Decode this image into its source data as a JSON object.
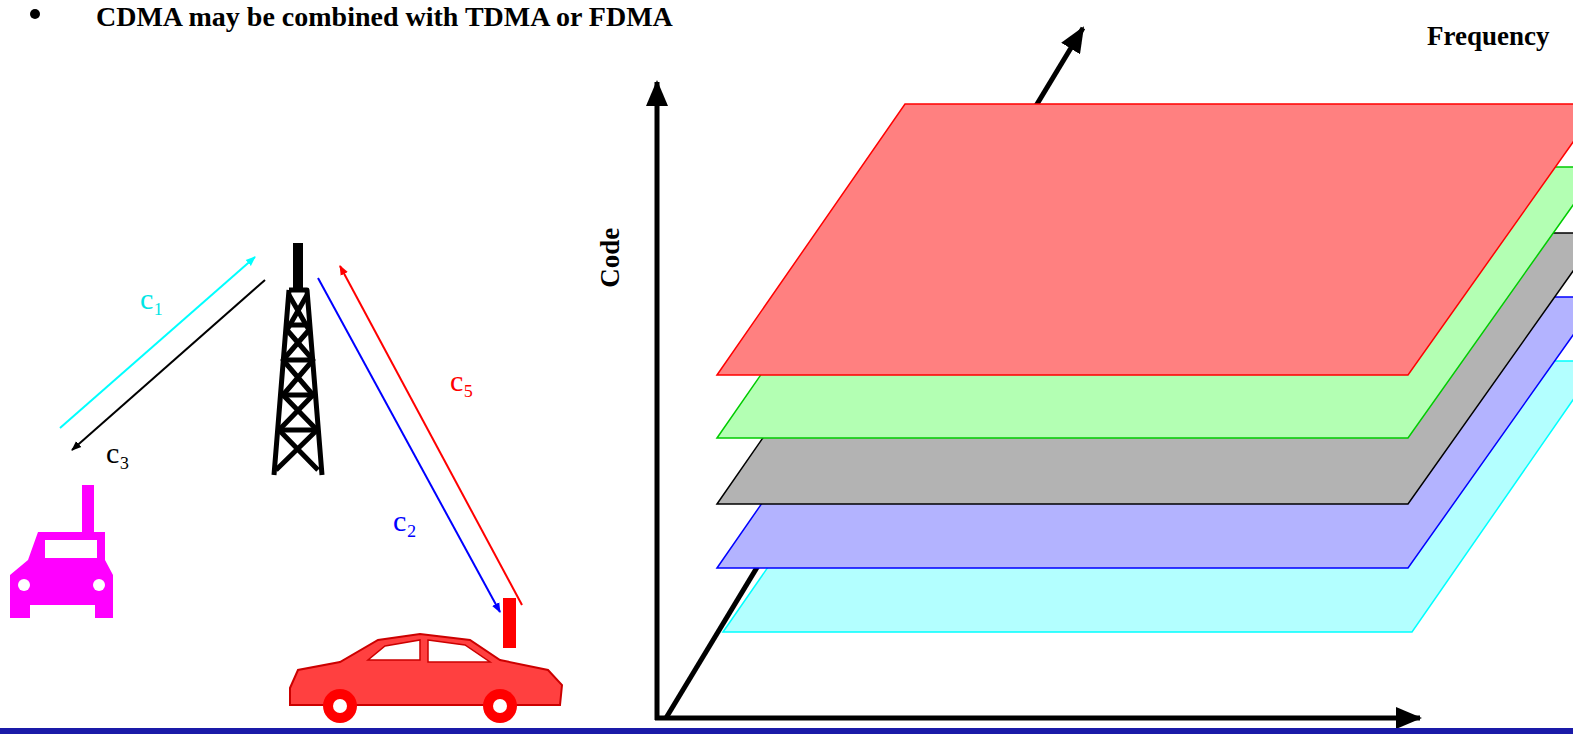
{
  "diagram": {
    "labels": [
      "CDMA may be combined with TDMA or FDMA",
      "Frequency",
      "Code",
      "c₁",
      "c₃",
      "c₅",
      "c₂"
    ]
  }
}
